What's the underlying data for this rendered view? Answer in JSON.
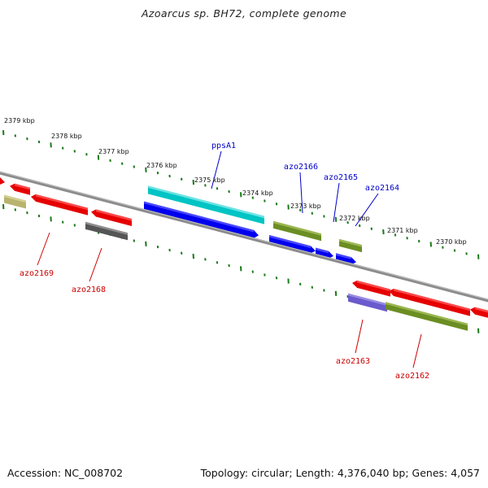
{
  "title": "Azoarcus sp. BH72, complete genome",
  "footer": {
    "accession": "Accession: NC_008702",
    "summary": "Topology: circular; Length: 4,376,040 bp; Genes: 4,057"
  },
  "colors": {
    "forward_label": "#0000cc",
    "reverse_label": "#cc0000",
    "backbone": "#8a8a8a",
    "ticks": "#1a7a1a"
  },
  "scale_labels": [
    "2379 kbp",
    "2378 kbp",
    "2377 kbp",
    "2376 kbp",
    "2375 kbp",
    "2374 kbp",
    "2373 kbp",
    "2372 kbp",
    "2371 kbp",
    "2370 kbp"
  ],
  "genes": [
    {
      "name": "ppsA1",
      "strand": "forward"
    },
    {
      "name": "azo2166",
      "strand": "forward"
    },
    {
      "name": "azo2165",
      "strand": "forward"
    },
    {
      "name": "azo2164",
      "strand": "forward"
    },
    {
      "name": "azo2169",
      "strand": "reverse"
    },
    {
      "name": "azo2168",
      "strand": "reverse"
    },
    {
      "name": "azo2163",
      "strand": "reverse"
    },
    {
      "name": "azo2162",
      "strand": "reverse"
    }
  ]
}
